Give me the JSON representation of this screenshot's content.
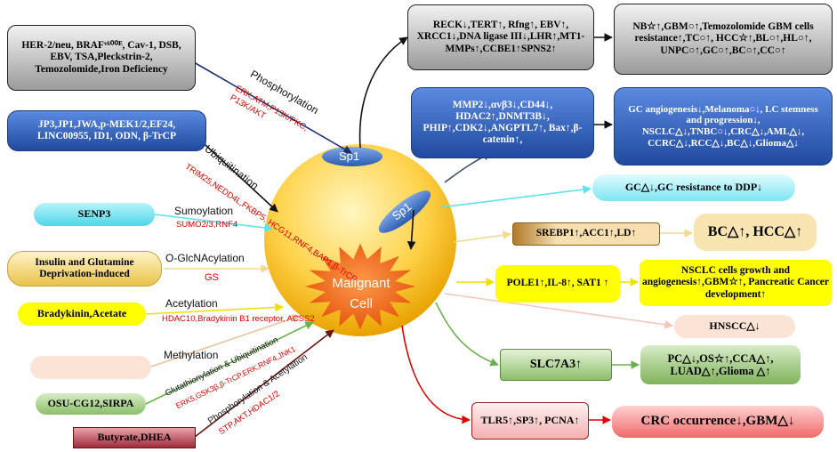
{
  "center": {
    "sp1_top": "Sp1",
    "sp1_mid": "Sp1",
    "malignant": "Malignant Cell"
  },
  "left": {
    "her2_box": "HER-2/neu, BRAFᵛ⁶⁰⁰ᴱ, Cav-1, DSB, EBV, TSA,Pleckstrin-2, Temozolomide,Iron Deficiency",
    "jp3_box": "JP3,JP1,JWA,p-MEK1/2,EF24, LINC00955, ID1, ODN, β-TrCP",
    "senp3_box": "SENP3",
    "insulin_box": "Insulin and Glutamine Deprivation-induced",
    "bradykinin_box": "Bradykinin,Acetate",
    "methylation_box": "",
    "osu_box": "OSU-CG12,SIRPA",
    "butyrate_box": "Butyrate,DHEA"
  },
  "modifications": {
    "phosphorylation": "Phosphorylation",
    "phosphorylation_enz": "ERK,ATM,P13K/PKC, P13K/AKT",
    "ubiquitination": "Ubiquitination",
    "ubiquitination_enz1": "TRIM25,NEDD4L,FKBP5,",
    "ubiquitination_enz2": "HCG11,RNF4,BAP1,β-TrCP",
    "sumoylation": "Sumoylation",
    "sumoylation_enz": "SUMO2/3,RNF4",
    "oglc": "O-GlcNAcylation",
    "oglc_enz": "GS",
    "acetylation": "Acetylation",
    "acetylation_enz1": "HDAC10,Bradykinin B1",
    "acetylation_enz2": "receptor, ACSS2",
    "methylation": "Methylation",
    "glut_ubiq": "Glutathionylation & Ubiquitination",
    "glut_ubiq_enz": "ERK5,GSK3β,β-TrCP,ERK,RNF4,JNK1",
    "phos_acet": "Phosphorylation & Acetylation",
    "phos_acet_enz": "STP,AKT,HDAC1/2"
  },
  "targets": {
    "reck_box": "RECK↓,TERT↑, Rfng↑, EBV↑, XRCC1↓,DNA ligase III↓,LHR↑,MT1-MMPs↑,CCBE1↑SPNS2↑",
    "mmp2_box": "MMP2↓,αvβ3↓,CD44↓, HDAC2↑,DNMT3B↓, PHIP↑,CDK2↓,ANGPTL7↑, Bax↑,β-catenin↑,",
    "srebp1_box": "SREBP1↑,ACC1↑,LD↑",
    "pole1_box": "POLE1↑,IL-8↑, SAT1 ↑",
    "slc7a3_box": "SLC7A3↑",
    "tlr5_box": "TLR5↑,SP3↑, PCNA↑"
  },
  "outcomes": {
    "nb_box": "NB☆↑,GBM○↑,Temozolomide GBM cells resistance↑,TC○↑, HCC☆↑,BL○↑,HL○↑, UNPC○↑,GC○↑,BC○↑,CC○↑",
    "gc_box": "GC angiogenesis↓,Melanoma○↓, LC stemness and progression↓, NSCLC△↓,TNBC○↓,CRC△↓,AML△↓, CCRC△↓,RCC△↓,BC△↓,Glioma△↓",
    "gcddp_box": "GC△↓,GC resistance to DDP↓",
    "bchcc_box": "BC△↑, HCC△↑",
    "nsclc_box": "NSCLC cells growth and angiogenesis↑,GBM☆↑, Pancreatic Cancer development↑",
    "hnscc_box": "HNSCC△↓",
    "pc_box": "PC△↓,OS☆↑,CCA△↑, LUAD△↑,Glioma △↑",
    "crc_box": "CRC occurrence↓,GBM△↓"
  },
  "colors": {
    "red": "#e00000",
    "blue": "#2a5bb8",
    "yellow": "#ffff00",
    "green": "#6ab04c",
    "cyan": "#5de3f0"
  }
}
